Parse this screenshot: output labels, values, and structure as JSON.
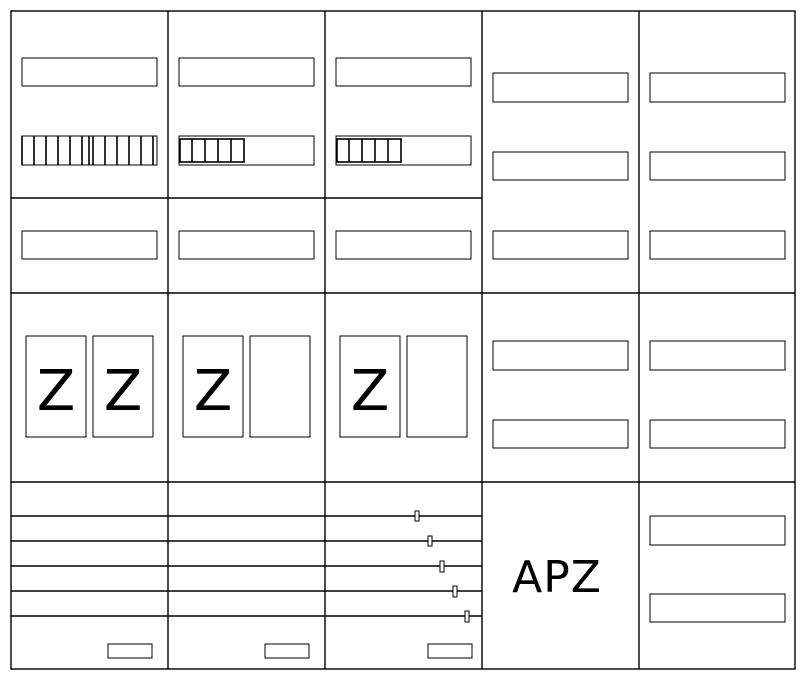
{
  "diagram": {
    "type": "electrical-distribution-cabinet-layout",
    "columns": 5,
    "meter_symbols": [
      "Z",
      "Z",
      "Z",
      "Z"
    ],
    "apz_label": "APZ"
  }
}
